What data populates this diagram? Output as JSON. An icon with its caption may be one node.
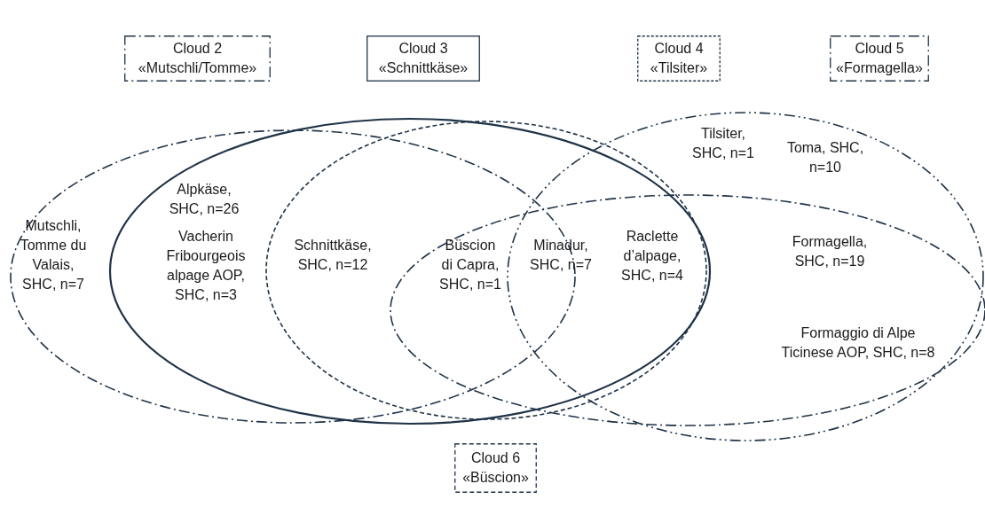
{
  "diagram": {
    "nodes": [
      {
        "text": [
          "Cloud 2",
          "«Mutschli/Tomme»"
        ]
      },
      {
        "text": [
          "Cloud 3",
          "«Schnittkäse»"
        ]
      },
      {
        "text": [
          "Cloud 4",
          "«Tilsiter»"
        ]
      },
      {
        "text": [
          "Cloud 5",
          "«Formagella»"
        ]
      },
      {
        "text": [
          "Cloud 6",
          "«Büscion»"
        ]
      }
    ],
    "edges": [],
    "labels": [
      "Tilsiter, SHC, n=1",
      "Toma, SHC, n=10",
      "Alpkäse, SHC, n=26",
      "Mutschli, Tomme du Valais, SHC, n=7",
      "Vacherin Fribourgeois alpage AOP, SHC, n=3",
      "Schnittkäse, SHC, n=12",
      "Büscion di Capra, SHC, n=1",
      "Minadur, SHC, n=7",
      "Raclette d’alpage, SHC, n=4",
      "Formagella, SHC, n=19",
      "Formaggio di Alpe Ticinese AOP, SHC, n=8"
    ]
  }
}
